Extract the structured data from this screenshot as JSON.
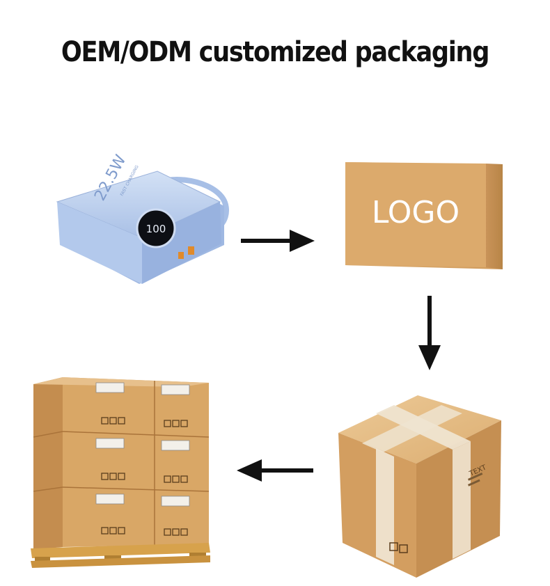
{
  "title": "OEM/ODM customized packaging",
  "steps": {
    "product": {
      "screen_value": "100",
      "label_wattage": "22.5W",
      "label_fast": "FAST CHARGING"
    },
    "retail_box": {
      "logo_text": "LOGO"
    },
    "shipping_box": {
      "stamp_text": "TEXT"
    },
    "pallet": {}
  },
  "colors": {
    "kraft": "#d9a768",
    "kraft_dark": "#b98143",
    "device_blue": "#b9cdeb",
    "arrow": "#111111"
  }
}
